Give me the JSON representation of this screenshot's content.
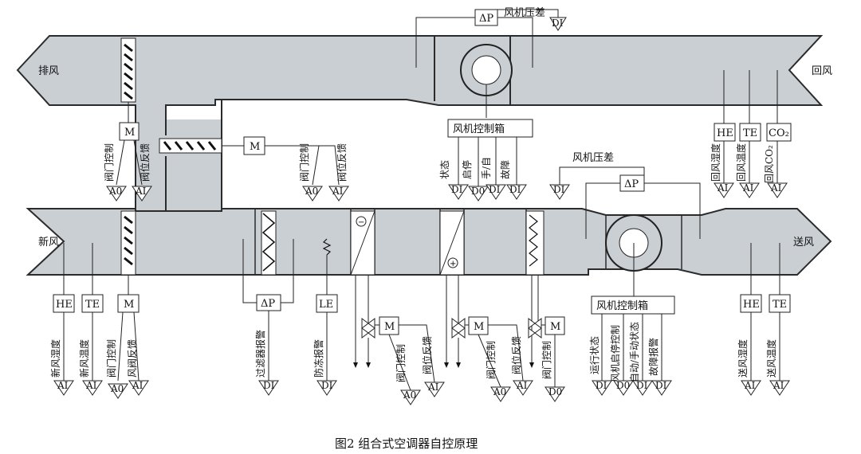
{
  "labels": {
    "exhaust": "排风",
    "return": "回风",
    "fresh": "新风",
    "supply": "送风",
    "fan_dp_top": "风机压差",
    "fan_dp_bottom": "风机压差",
    "fan_ctrl_top": "风机控制箱",
    "fan_ctrl_bottom": "风机控制箱",
    "dp_symbol": "ΔP",
    "co2": "CO₂",
    "M": "M",
    "HE": "HE",
    "TE": "TE",
    "LE": "LE"
  },
  "signals": {
    "DI": "DI",
    "D0": "D0",
    "AI": "AI",
    "A0": "A0"
  },
  "texts": {
    "damper_ctrl": "阀门控制",
    "damper_fb": "阀位反馈",
    "status": "状态",
    "start_stop": "启停",
    "manual_auto": "手/自",
    "fault": "故障",
    "return_humidity": "回风湿度",
    "return_temp": "回风温度",
    "return_co2": "回风CO₂",
    "fresh_humidity": "新风湿度",
    "fresh_temp": "新风温度",
    "fresh_damper_ctrl": "阀门控制",
    "fresh_damper_fb": "风阀反馈",
    "filter_alarm": "过滤器报警",
    "freeze_alarm": "防冻报警",
    "run_status": "运行状态",
    "fan_start_stop": "风机启停控制",
    "auto_manual_status": "自动/手动状态",
    "fault_alarm": "故障报警",
    "supply_humidity": "送风湿度",
    "supply_temp": "送风温度"
  },
  "caption": "图2   组合式空调器自控原理"
}
